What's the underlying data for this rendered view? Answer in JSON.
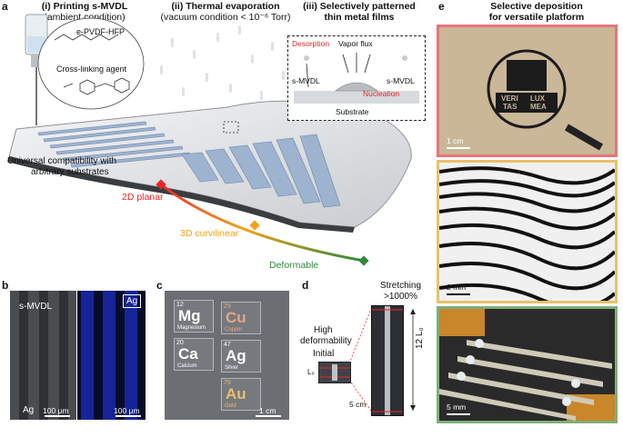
{
  "panel_letters": {
    "a": "a",
    "b": "b",
    "c": "c",
    "d": "d",
    "e": "e"
  },
  "panel_a": {
    "step1_title": "(i) Printing s-MVDL",
    "step1_sub": "(ambient condition)",
    "step2_title": "(ii) Thermal evaporation",
    "step2_sub": "(vacuum condition < 10⁻⁶ Torr)",
    "step3_title": "(iii) Selectively patterned",
    "step3_title2": "thin metal films",
    "molecule_label": "e-PVDF-HFP",
    "crosslinker_label": "Cross-linking agent",
    "inset": {
      "desorption": "Desorption",
      "vapor_flux": "Vapor flux",
      "smvdl_left": "s-MVDL",
      "smvdl_right": "s-MVDL",
      "nucleation": "Nucleation",
      "substrate": "Substrate"
    },
    "compat_line1": "Universal compatibility with",
    "compat_line2": "arbitrary substrates",
    "planar": "2D planar",
    "curvilinear": "3D curvilinear",
    "deformable": "Deformable",
    "colors": {
      "planar": "#e8262b",
      "curvilinear": "#f2a21b",
      "deformable": "#2f8a3a"
    }
  },
  "panel_b": {
    "smvdl": "s-MVDL",
    "ag": "Ag",
    "ag_box": "Ag",
    "scale_left": "100 μm",
    "scale_right": "100 μm"
  },
  "panel_c": {
    "elements": [
      {
        "num": "12",
        "sym": "Mg",
        "name": "Magnesium",
        "color": "#ffffff"
      },
      {
        "num": "29",
        "sym": "Cu",
        "name": "Copper",
        "color": "#e8a489"
      },
      {
        "num": "20",
        "sym": "Ca",
        "name": "Calcium",
        "color": "#ffffff"
      },
      {
        "num": "47",
        "sym": "Ag",
        "name": "Silver",
        "color": "#ffffff"
      },
      {
        "num": "79",
        "sym": "Au",
        "name": "Gold",
        "color": "#e7c16a"
      }
    ],
    "scale": "1 cm"
  },
  "panel_d": {
    "stretching": "Stretching",
    "stretch_value": ">1000%",
    "high": "High",
    "deformability": "deformability",
    "initial": "Initial",
    "l0": "L₀",
    "twelve_l0": "12 L₀",
    "scale": "5 cm"
  },
  "panel_e": {
    "title1": "Selective deposition",
    "title2": "for versatile platform",
    "seal_word1": "VERI",
    "seal_word2": "LUX",
    "seal_word3": "TAS",
    "seal_word4": "MEA",
    "scale1": "1 cm",
    "scale2": "2 mm",
    "scale3": "5 mm",
    "frame_colors": [
      "#e9737a",
      "#e9c169",
      "#7fae78"
    ]
  }
}
